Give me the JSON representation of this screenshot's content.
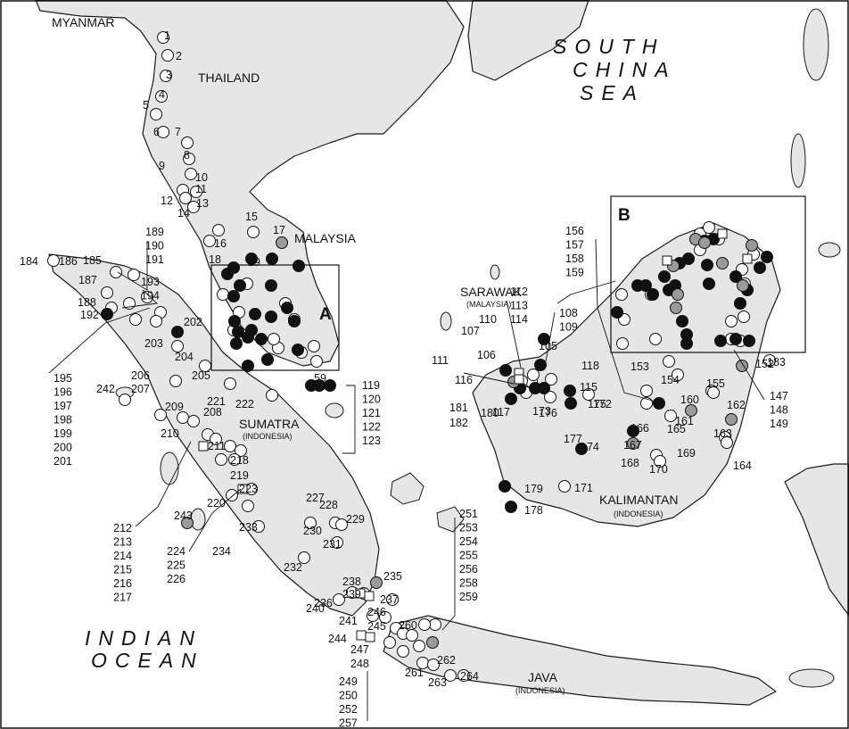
{
  "map": {
    "countries": [
      {
        "key": "myanmar",
        "text": "MYANMAR"
      },
      {
        "key": "thailand",
        "text": "THAILAND"
      },
      {
        "key": "malaysia",
        "text": "MALAYSIA"
      }
    ],
    "regions": {
      "sarawak": {
        "name": "SARAWAK",
        "country": "(MALAYSIA)"
      },
      "sumatra": {
        "name": "SUMATRA",
        "country": "(INDONESIA)"
      },
      "kalimantan": {
        "name": "KALIMANTAN",
        "country": "(INDONESIA)"
      },
      "java": {
        "name": "JAVA",
        "country": "(INDONESIA)"
      }
    },
    "seas": {
      "south_china_sea": [
        "SOUTH",
        "CHINA",
        "SEA"
      ],
      "indian_ocean": [
        "INDIAN",
        "OCEAN"
      ]
    },
    "insets": [
      {
        "key": "a",
        "label": "A"
      },
      {
        "key": "b",
        "label": "B"
      }
    ],
    "site_types": {
      "open": "#ffffff",
      "black": "#111111",
      "gray": "#9a9a9a"
    },
    "site_numbers": {
      "peninsula": [
        "1",
        "2",
        "3",
        "4",
        "5",
        "6",
        "7",
        "8",
        "9",
        "10",
        "11",
        "12",
        "13",
        "14",
        "15",
        "16",
        "17",
        "18",
        "19"
      ],
      "sumatra_north": [
        "184",
        "185",
        "186",
        "187",
        "188",
        "192",
        "202",
        "203",
        "204",
        "205",
        "206",
        "207",
        "208",
        "209",
        "210",
        "211",
        "218",
        "219",
        "220",
        "221",
        "222",
        "223",
        "233",
        "234",
        "242",
        "243"
      ],
      "sumatra_groups": [
        [
          "189",
          "190",
          "191"
        ],
        [
          "193",
          "194"
        ],
        [
          "195",
          "196",
          "197",
          "198",
          "199",
          "200",
          "201"
        ],
        [
          "212",
          "213",
          "214",
          "215",
          "216",
          "217"
        ],
        [
          "224",
          "225",
          "226"
        ]
      ],
      "sumatra_south": [
        "227",
        "228",
        "229",
        "230",
        "231",
        "232",
        "235",
        "236",
        "237",
        "238",
        "239",
        "240",
        "241",
        "244",
        "245",
        "246",
        "247",
        "248",
        "260",
        "261",
        "262",
        "263",
        "264"
      ],
      "java_groups": [
        [
          "249",
          "250",
          "252",
          "257"
        ],
        [
          "251",
          "253",
          "254",
          "255",
          "256",
          "258",
          "259"
        ]
      ],
      "riau": [
        "59"
      ],
      "riau_group": [
        "119",
        "120",
        "121",
        "122",
        "123"
      ],
      "borneo_west": [
        "105",
        "106",
        "107",
        "110",
        "111",
        "115",
        "116",
        "117",
        "118",
        "172",
        "173",
        "174",
        "175",
        "176",
        "177",
        "178",
        "179",
        "180",
        "181",
        "182"
      ],
      "borneo_groups": [
        [
          "112",
          "113",
          "114"
        ],
        [
          "108",
          "109"
        ],
        [
          "156",
          "157",
          "158",
          "159"
        ],
        [
          "147",
          "148",
          "149"
        ]
      ],
      "borneo_east": [
        "152",
        "153",
        "154",
        "155",
        "160",
        "161",
        "162",
        "163",
        "164",
        "165",
        "166",
        "167",
        "168",
        "169",
        "170",
        "171",
        "183"
      ]
    }
  }
}
